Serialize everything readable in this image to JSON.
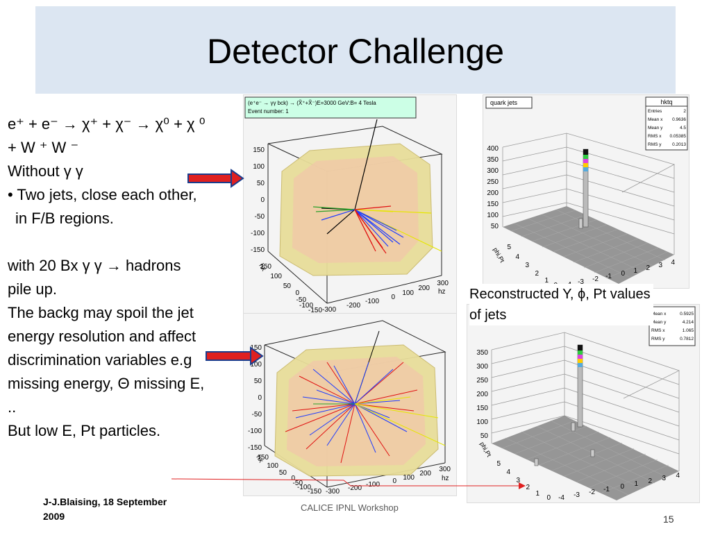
{
  "slide": {
    "title": "Detector Challenge",
    "body_lines": [
      "e⁺ + e⁻ → χ⁺ + χ⁻ → χ⁰ + χ ⁰",
      "+ W ⁺ W ⁻",
      "Without γ γ",
      "• Two jets, close each other,",
      "in F/B regions.",
      "",
      "with 20 Bx γ γ → hadrons",
      "pile up.",
      "The backg may spoil the jet",
      "energy resolution and affect",
      "discrimination variables e.g",
      "missing energy, Θ missing E,",
      "..",
      "But low E, Pt particles."
    ],
    "caption_line1": "Reconstructed Y, ϕ, Pt values",
    "caption_line2": "of jets",
    "footer_author": "J-J.Blaising, 18 September",
    "footer_year": "2009",
    "footer_event": "CALICE IPNL Workshop",
    "page_number": "15",
    "accent_color": "#dce6f2"
  },
  "event_display": {
    "process_label": "(e⁺e⁻ → γγ bck) → (X̃⁺+X̃⁻)E=3000 GeV:B= 4 Tesla",
    "event_number": "Event number: 1",
    "top_y_ticks": [
      "150",
      "100",
      "50",
      "0",
      "-50",
      "-100",
      "-150"
    ],
    "top_x_ticks": [
      "150",
      "100",
      "50",
      "0",
      "-50",
      "-100",
      "-150"
    ],
    "top_z_ticks": [
      "-300",
      "-200",
      "-100",
      "0",
      "100",
      "200",
      "300"
    ],
    "bottom_y_ticks": [
      "150",
      "100",
      "50",
      "0",
      "-50",
      "-100",
      "-150"
    ],
    "bottom_x_ticks": [
      "150",
      "100",
      "50",
      "0",
      "-50",
      "-100",
      "-150"
    ],
    "bottom_z_ticks": [
      "-300",
      "-200",
      "-100",
      "0",
      "100",
      "200",
      "300"
    ],
    "axis_x": "hx",
    "axis_z": "hz"
  },
  "lego_top": {
    "title": "quark jets",
    "stats_name": "hktq",
    "stats": [
      [
        "Entries",
        "2"
      ],
      [
        "Mean x",
        "0.9636"
      ],
      [
        "Mean y",
        "4.5"
      ],
      [
        "RMS x",
        "0.05385"
      ],
      [
        "RMS y",
        "0.2013"
      ]
    ],
    "z_ticks": [
      "400",
      "350",
      "300",
      "250",
      "200",
      "150",
      "100",
      "50"
    ],
    "y_ticks": [
      "5",
      "4",
      "3",
      "2",
      "1",
      "0"
    ],
    "x_ticks": [
      "-4",
      "-3",
      "-2",
      "-1",
      "0",
      "1",
      "2",
      "3",
      "4"
    ],
    "y_axis_label": "phi,Pt"
  },
  "lego_bottom": {
    "stats": [
      [
        "Mean x",
        "0.5925"
      ],
      [
        "Mean y",
        "4.214"
      ],
      [
        "RMS x",
        "1.065"
      ],
      [
        "RMS y",
        "0.7812"
      ]
    ],
    "z_ticks": [
      "350",
      "300",
      "250",
      "200",
      "150",
      "100",
      "50"
    ],
    "y_ticks": [
      "5",
      "4",
      "3",
      "2",
      "1",
      "0"
    ],
    "x_ticks": [
      "-4",
      "-3",
      "-2",
      "-1",
      "0",
      "1",
      "2",
      "3",
      "4"
    ],
    "y_axis_label": "phi,Pt"
  }
}
